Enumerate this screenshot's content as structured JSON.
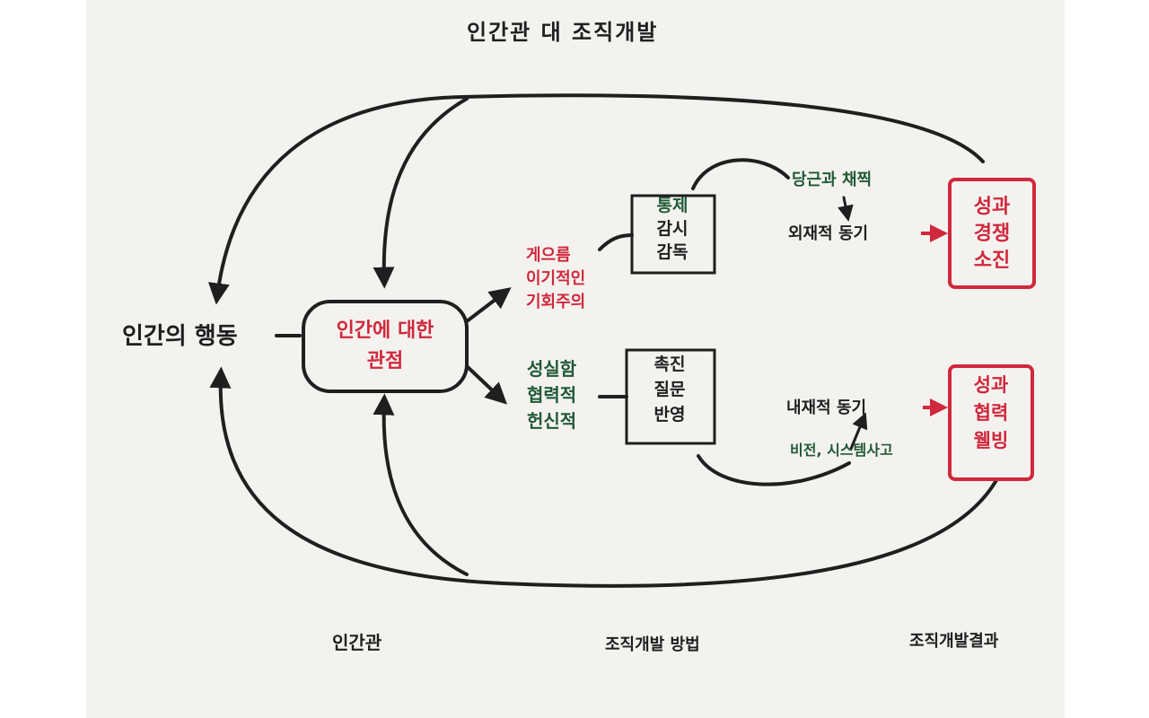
{
  "title": "인간관 대 조직개발",
  "behavior": "인간의 행동",
  "view": [
    "인간에 대한",
    "관점"
  ],
  "negative_traits": [
    "게으름",
    "이기적인",
    "기회주의"
  ],
  "positive_traits": [
    "성실함",
    "협력적",
    "헌신적"
  ],
  "control_box": [
    "통제",
    "감시",
    "감독"
  ],
  "promote_box": [
    "촉진",
    "질문",
    "반영"
  ],
  "extrinsic_source": "당근과 채찍",
  "extrinsic_motivation": "외재적 동기",
  "intrinsic_motivation": "내재적 동기",
  "intrinsic_source": "비전, 시스템사고",
  "result_negative": [
    "성과",
    "경쟁",
    "소진"
  ],
  "result_positive": [
    "성과",
    "협력",
    "웰빙"
  ],
  "footer": [
    "인간관",
    "조직개발 방법",
    "조직개발결과"
  ],
  "colors": {
    "ink": "#1f1f1f",
    "red": "#d0283c",
    "green": "#1f5a36",
    "paper": "#f4f2ef"
  }
}
